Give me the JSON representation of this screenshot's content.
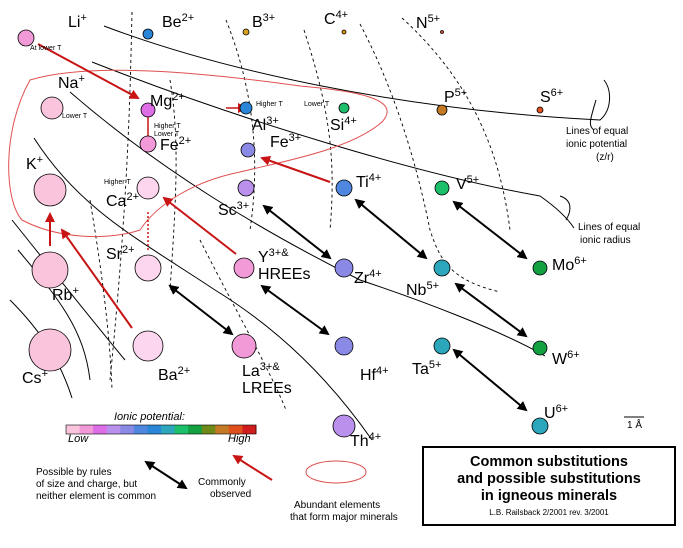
{
  "title": {
    "line1": "Common substitutions",
    "line2": "and possible substitutions",
    "line3": "in igneous minerals",
    "credit": "L.B. Railsback 2/2001 rev. 3/2001"
  },
  "potential_scale": {
    "label": "Ionic potential:",
    "low": "Low",
    "high": "High",
    "colors": [
      "#f9c4dc",
      "#f29ad8",
      "#dd6ee6",
      "#b991ec",
      "#8a8ae6",
      "#4f86e0",
      "#2a86d8",
      "#2ba6ba",
      "#1dc06a",
      "#12a040",
      "#6e8a18",
      "#c47a24",
      "#e0501c",
      "#d01c1c"
    ]
  },
  "legend": {
    "possible_text": [
      "Possible by rules",
      "of size and charge, but",
      "neither element is common"
    ],
    "observed_text": [
      "Commonly",
      "observed"
    ],
    "abundant_text": [
      "Abundant elements",
      "that form major minerals"
    ]
  },
  "annotations": {
    "equal_potential": [
      "Lines of equal",
      "ionic potential",
      "(z/r)"
    ],
    "equal_radius": [
      "Lines of equal",
      "ionic radius"
    ],
    "scale_bar": "1 Å"
  },
  "ions": [
    {
      "id": "li",
      "symbol": "Li",
      "charge": "+",
      "color": "#f29ad8"
    },
    {
      "id": "be",
      "symbol": "Be",
      "charge": "2+",
      "color": "#2a86d8"
    },
    {
      "id": "b",
      "symbol": "B",
      "charge": "3+",
      "color": "#d9a020"
    },
    {
      "id": "c",
      "symbol": "C",
      "charge": "4+",
      "color": "#e0901c"
    },
    {
      "id": "n",
      "symbol": "N",
      "charge": "5+",
      "color": "#e0501c"
    },
    {
      "id": "na",
      "symbol": "Na",
      "charge": "+",
      "color": "#f9c4dc"
    },
    {
      "id": "mg",
      "symbol": "Mg",
      "charge": "2+",
      "color": "#dd6ee6"
    },
    {
      "id": "al",
      "symbol": "Al",
      "charge": "3+",
      "color": "#2a86d8"
    },
    {
      "id": "si",
      "symbol": "Si",
      "charge": "4+",
      "color": "#1dc06a"
    },
    {
      "id": "p",
      "symbol": "P",
      "charge": "5+",
      "color": "#c47a24"
    },
    {
      "id": "s",
      "symbol": "S",
      "charge": "6+",
      "color": "#e0501c"
    },
    {
      "id": "fe2",
      "symbol": "Fe",
      "charge": "2+",
      "color": "#f29ad8"
    },
    {
      "id": "fe3",
      "symbol": "Fe",
      "charge": "3+",
      "color": "#8a8ae6"
    },
    {
      "id": "k",
      "symbol": "K",
      "charge": "+",
      "color": "#f9c4dc"
    },
    {
      "id": "ca",
      "symbol": "Ca",
      "charge": "2+",
      "color": "#fbd6ee"
    },
    {
      "id": "sc",
      "symbol": "Sc",
      "charge": "3+",
      "color": "#b991ec"
    },
    {
      "id": "ti",
      "symbol": "Ti",
      "charge": "4+",
      "color": "#4f86e0"
    },
    {
      "id": "v",
      "symbol": "V",
      "charge": "5+",
      "color": "#1dc06a"
    },
    {
      "id": "rb",
      "symbol": "Rb",
      "charge": "+",
      "color": "#f9c4dc"
    },
    {
      "id": "sr",
      "symbol": "Sr",
      "charge": "2+",
      "color": "#fbd6ee"
    },
    {
      "id": "y",
      "symbol": "Y",
      "charge": "3+&",
      "extra": "HREEs",
      "color": "#f29ad8"
    },
    {
      "id": "zr",
      "symbol": "Zr",
      "charge": "4+",
      "color": "#8a8ae6"
    },
    {
      "id": "nb",
      "symbol": "Nb",
      "charge": "5+",
      "color": "#2ba6ba"
    },
    {
      "id": "mo",
      "symbol": "Mo",
      "charge": "6+",
      "color": "#12a040"
    },
    {
      "id": "cs",
      "symbol": "Cs",
      "charge": "+",
      "color": "#f9c4dc"
    },
    {
      "id": "ba",
      "symbol": "Ba",
      "charge": "2+",
      "color": "#fbd6ee"
    },
    {
      "id": "la",
      "symbol": "La",
      "charge": "3+&",
      "extra": "LREEs",
      "color": "#f29ad8"
    },
    {
      "id": "hf",
      "symbol": "Hf",
      "charge": "4+",
      "color": "#8a8ae6"
    },
    {
      "id": "ta",
      "symbol": "Ta",
      "charge": "5+",
      "color": "#2ba6ba"
    },
    {
      "id": "w",
      "symbol": "W",
      "charge": "6+",
      "color": "#12a040"
    },
    {
      "id": "u",
      "symbol": "U",
      "charge": "6+",
      "color": "#2ba6ba"
    },
    {
      "id": "th",
      "symbol": "Th",
      "charge": "4+",
      "color": "#b991ec"
    }
  ],
  "small_labels": {
    "li_lower": "At lower T",
    "na_lower": "Lower T",
    "mg_higher": "Higher T",
    "mg_lower": "Lower T",
    "al_higher": "Higher T",
    "si_lower": "Lower T",
    "ca_higher": "Higher T"
  }
}
